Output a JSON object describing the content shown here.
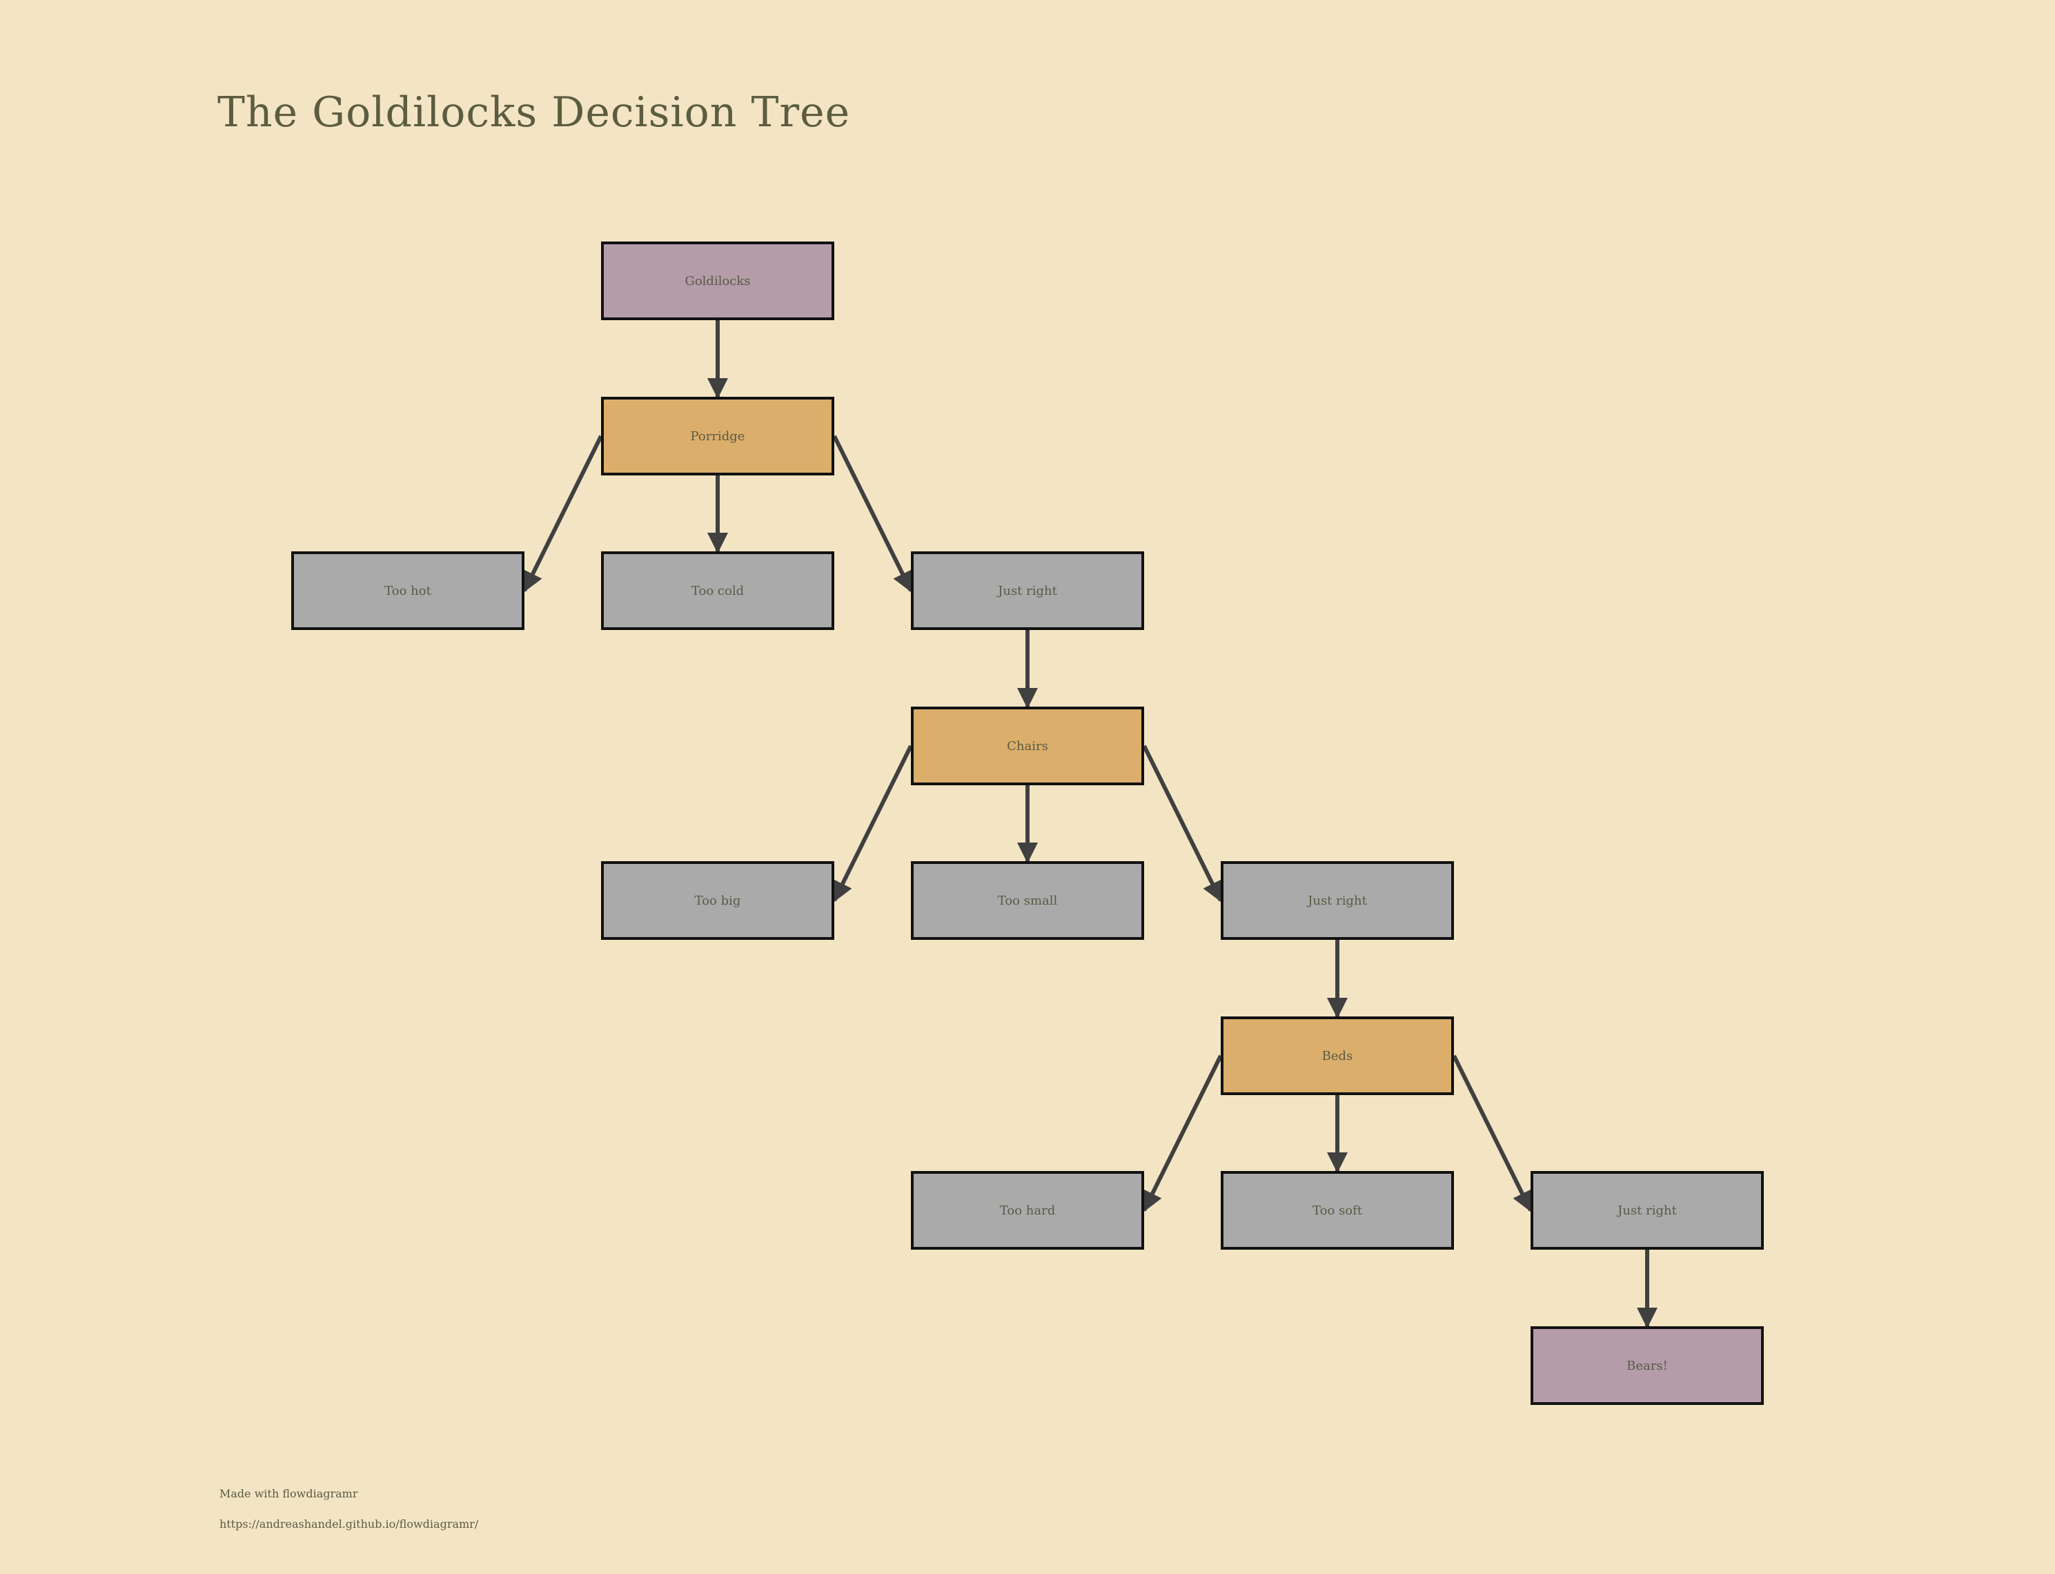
{
  "title": "The Goldilocks Decision Tree",
  "colors": {
    "background": "#f3e5c4",
    "start_end": "#b49ca9",
    "decision": "#dbae6b",
    "option": "#aaaaaa",
    "border": "#111111",
    "arrow": "#404040",
    "text": "#5a5a45"
  },
  "nodes": [
    {
      "id": "goldilocks",
      "label": "Goldilocks",
      "kind": "start_end"
    },
    {
      "id": "porridge",
      "label": "Porridge",
      "kind": "decision"
    },
    {
      "id": "porridge-too-hot",
      "label": "Too hot",
      "kind": "option"
    },
    {
      "id": "porridge-too-cold",
      "label": "Too cold",
      "kind": "option"
    },
    {
      "id": "porridge-just-right",
      "label": "Just right",
      "kind": "option"
    },
    {
      "id": "chairs",
      "label": "Chairs",
      "kind": "decision"
    },
    {
      "id": "chairs-too-big",
      "label": "Too big",
      "kind": "option"
    },
    {
      "id": "chairs-too-small",
      "label": "Too small",
      "kind": "option"
    },
    {
      "id": "chairs-just-right",
      "label": "Just right",
      "kind": "option"
    },
    {
      "id": "beds",
      "label": "Beds",
      "kind": "decision"
    },
    {
      "id": "beds-too-hard",
      "label": "Too hard",
      "kind": "option"
    },
    {
      "id": "beds-too-soft",
      "label": "Too soft",
      "kind": "option"
    },
    {
      "id": "beds-just-right",
      "label": "Just right",
      "kind": "option"
    },
    {
      "id": "bears",
      "label": "Bears!",
      "kind": "start_end"
    }
  ],
  "edges": [
    {
      "from": "goldilocks",
      "to": "porridge"
    },
    {
      "from": "porridge",
      "to": "porridge-too-hot"
    },
    {
      "from": "porridge",
      "to": "porridge-too-cold"
    },
    {
      "from": "porridge",
      "to": "porridge-just-right"
    },
    {
      "from": "porridge-just-right",
      "to": "chairs"
    },
    {
      "from": "chairs",
      "to": "chairs-too-big"
    },
    {
      "from": "chairs",
      "to": "chairs-too-small"
    },
    {
      "from": "chairs",
      "to": "chairs-just-right"
    },
    {
      "from": "chairs-just-right",
      "to": "beds"
    },
    {
      "from": "beds",
      "to": "beds-too-hard"
    },
    {
      "from": "beds",
      "to": "beds-too-soft"
    },
    {
      "from": "beds",
      "to": "beds-just-right"
    },
    {
      "from": "beds-just-right",
      "to": "bears"
    }
  ],
  "footer": {
    "line1": "Made with flowdiagramr",
    "line2": "https://andreashandel.github.io/flowdiagramr/"
  }
}
